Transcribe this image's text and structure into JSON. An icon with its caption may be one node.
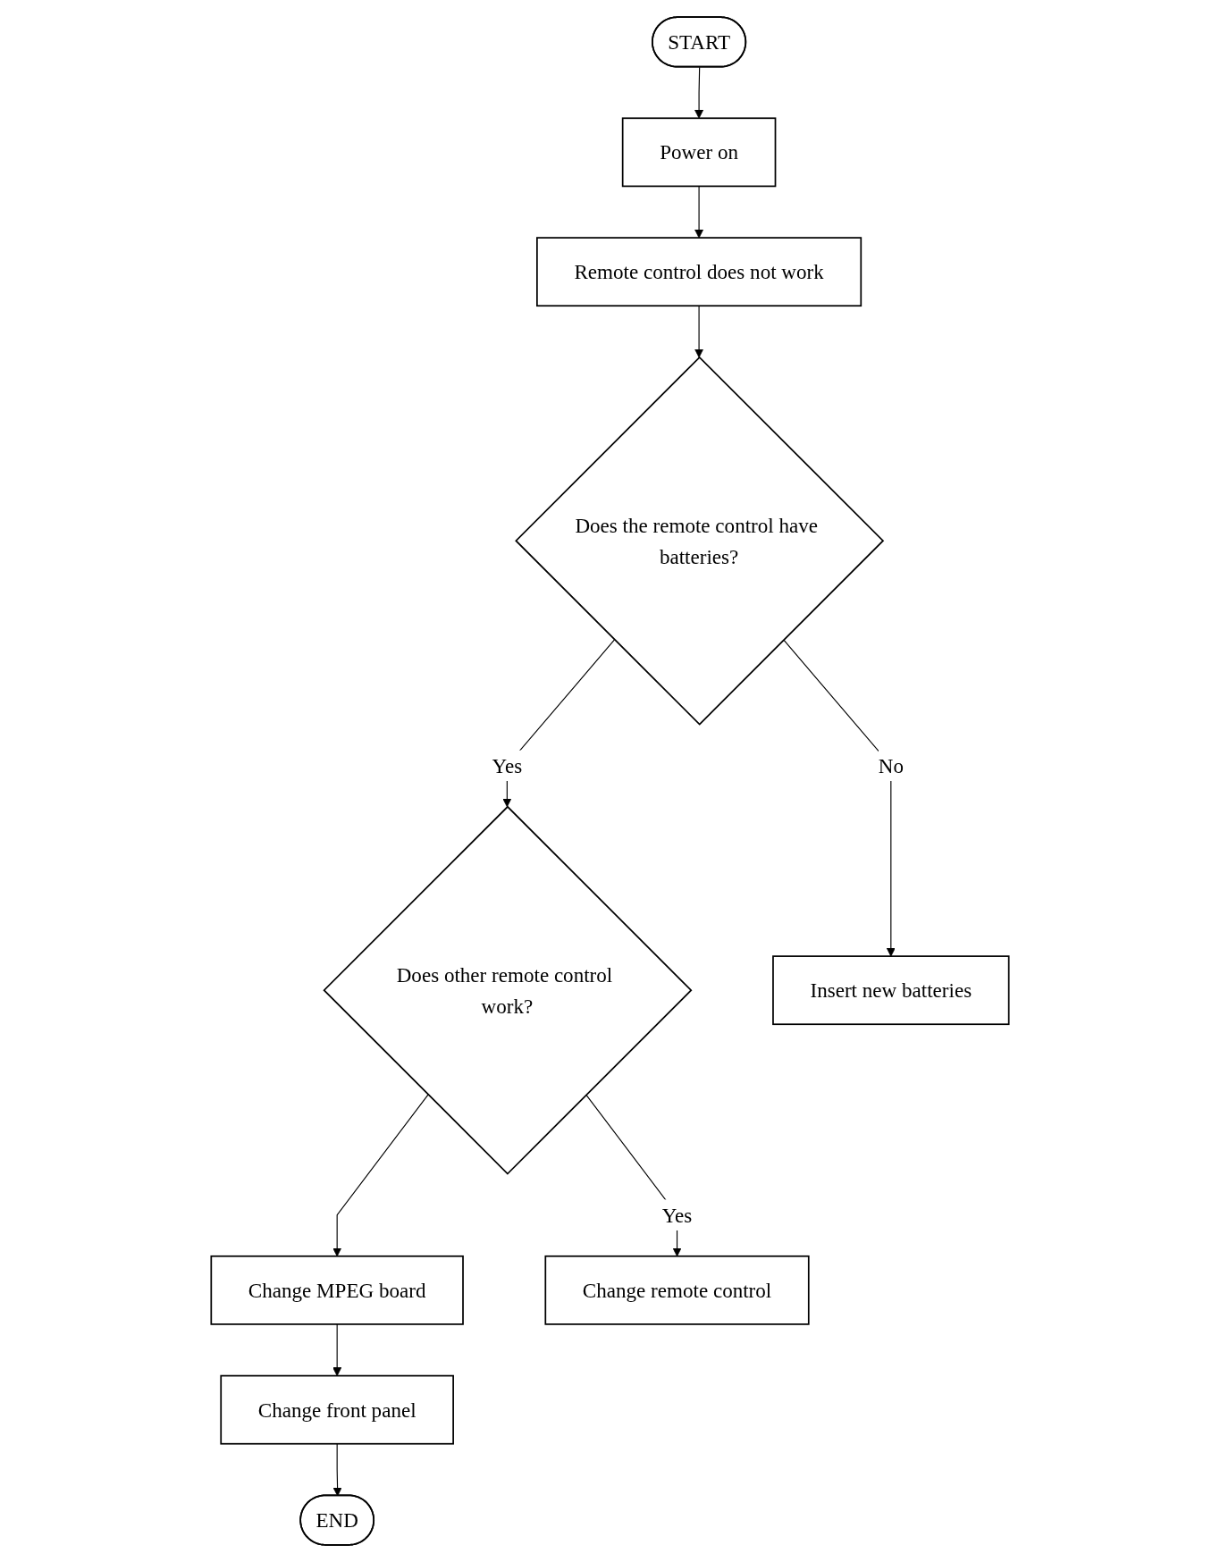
{
  "diagram": {
    "nodes": [
      {
        "text": [
          "START"
        ]
      },
      {
        "text": [
          "Power on"
        ]
      },
      {
        "text": [
          "Remote control does not work"
        ]
      },
      {
        "text": [
          "Does the remote control have batteries?"
        ]
      },
      {
        "text": [
          "Insert new batteries"
        ]
      },
      {
        "text": [
          "Does other remote control work?"
        ]
      },
      {
        "text": [
          "Change remote control"
        ]
      },
      {
        "text": [
          "Change MPEG board"
        ]
      },
      {
        "text": [
          "Change front panel"
        ]
      },
      {
        "text": [
          "END"
        ]
      }
    ],
    "edges": [
      {
        "from": 0,
        "to": 1,
        "arrow": "to"
      },
      {
        "from": 1,
        "to": 2,
        "arrow": "to"
      },
      {
        "from": 2,
        "to": 3,
        "arrow": "to"
      },
      {
        "from": 3,
        "to": 4,
        "arrow": "to",
        "label": "No"
      },
      {
        "from": 3,
        "to": 5,
        "arrow": "to",
        "label": "Yes"
      },
      {
        "from": 5,
        "to": 6,
        "arrow": "to",
        "label": "Yes"
      },
      {
        "from": 5,
        "to": 7,
        "arrow": "to"
      },
      {
        "from": 7,
        "to": 8,
        "arrow": "to"
      },
      {
        "from": 8,
        "to": 9,
        "arrow": "to"
      }
    ]
  }
}
